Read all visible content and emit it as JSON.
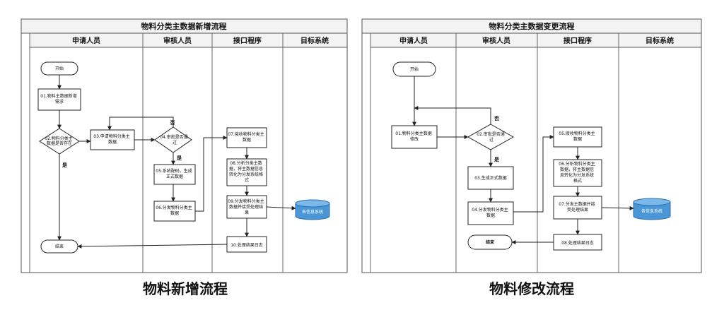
{
  "left": {
    "title": "物料分类主数据新增流程",
    "lanes": [
      "申请人员",
      "审核人员",
      "接口程序",
      "目标系统"
    ],
    "nodes": {
      "start": "开始",
      "n01": [
        "01.物料主数据新增",
        "需求"
      ],
      "n02": [
        "02.物料分类主",
        "数据是否存在"
      ],
      "n03": [
        "03.申请物料分类主",
        "数据"
      ],
      "n04": [
        "04.审批是否通",
        "过"
      ],
      "n05": [
        "05.系统配码，生成",
        "正式数据"
      ],
      "n06": [
        "06.分发物料分类主",
        "数据"
      ],
      "n07": [
        "07.接收物料分类主",
        "数据"
      ],
      "n08": [
        "08.分析分类主数",
        "据，将主数据信息",
        "转化为分发系统格",
        "式"
      ],
      "n09": [
        "09.分发物料分类主",
        "数据并接受处理结",
        "果"
      ],
      "n10": "10.处理结果日志",
      "end": "结束",
      "db": "各信息系统"
    },
    "labels": {
      "yes_n02": "是",
      "no_n04": "否",
      "yes_n04": "是"
    },
    "caption": "物料新增流程"
  },
  "right": {
    "title": "物料分类主数据变更流程",
    "lanes": [
      "申请人员",
      "审核人员",
      "接口程序",
      "目标系统"
    ],
    "nodes": {
      "start": "开始",
      "n01": [
        "01.物料分类主数据",
        "修改"
      ],
      "n02": [
        "02.审批是否通",
        "过"
      ],
      "n03": "03.生成正式数据",
      "n04": [
        "04.分发物料分类主",
        "数据"
      ],
      "n05": [
        "05.接收物料分类主",
        "数据"
      ],
      "n06": [
        "06.分析物料分类主",
        "数据，将主数据信",
        "息转化为分发系统",
        "格式"
      ],
      "n07": [
        "07.分发主数据并接",
        "受处理结果"
      ],
      "n08": "08.处理结果日志",
      "end": "结束",
      "db": "各信息系统"
    },
    "labels": {
      "no_n02": "否",
      "yes_n02": "是"
    },
    "caption": "物料修改流程"
  }
}
